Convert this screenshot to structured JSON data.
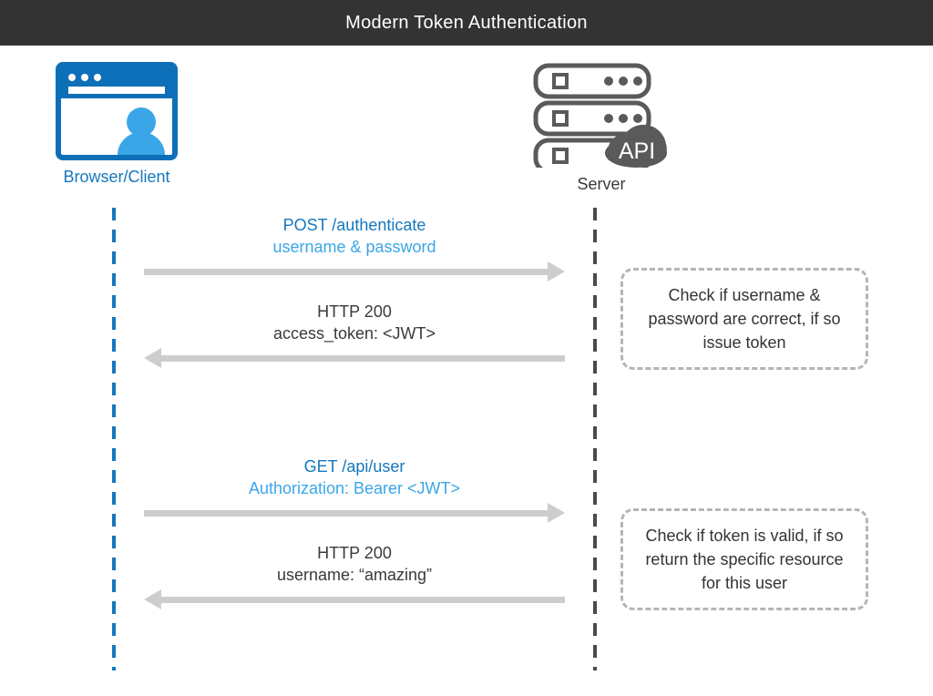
{
  "header": {
    "title": "Modern Token Authentication"
  },
  "colors": {
    "header_background": "#333333",
    "header_text": "#ffffff",
    "accent_blue_dark": "#1577bd",
    "accent_blue_light": "#3aa6e8",
    "arrow_gray": "#cdcdcd",
    "note_border_gray": "#b5b5b5",
    "server_gray": "#5a5a5a",
    "client_lifeline": "#1577bd",
    "server_lifeline": "#4a4a4a",
    "page_background": "#ffffff"
  },
  "actors": [
    {
      "id": "client",
      "label": "Browser/Client",
      "icon": "browser-window-user-icon"
    },
    {
      "id": "server",
      "label": "Server",
      "icon": "server-stack-cloud-icon",
      "cloud_label": "API"
    }
  ],
  "messages": [
    {
      "id": "post-authenticate",
      "direction": "right",
      "line1": "POST /authenticate",
      "line2": "username & password",
      "line1_color": "blue-dark",
      "line2_color": "blue-light"
    },
    {
      "id": "http-200-token",
      "direction": "left",
      "line1": "HTTP 200",
      "line2": "access_token: <JWT>",
      "line1_color": "gray-dark",
      "line2_color": "gray-dark"
    },
    {
      "id": "get-api-user",
      "direction": "right",
      "line1": "GET /api/user",
      "line2": "Authorization: Bearer <JWT>",
      "line1_color": "blue-dark",
      "line2_color": "blue-light"
    },
    {
      "id": "http-200-username",
      "direction": "left",
      "line1": "HTTP 200",
      "line2": "username: “amazing”",
      "line1_color": "gray-dark",
      "line2_color": "gray-dark"
    }
  ],
  "notes": [
    {
      "id": "note-validate-credentials",
      "text": "Check if username & password are correct, if so issue token"
    },
    {
      "id": "note-validate-token",
      "text": "Check if token is valid, if so return the specific resource for this user"
    }
  ]
}
